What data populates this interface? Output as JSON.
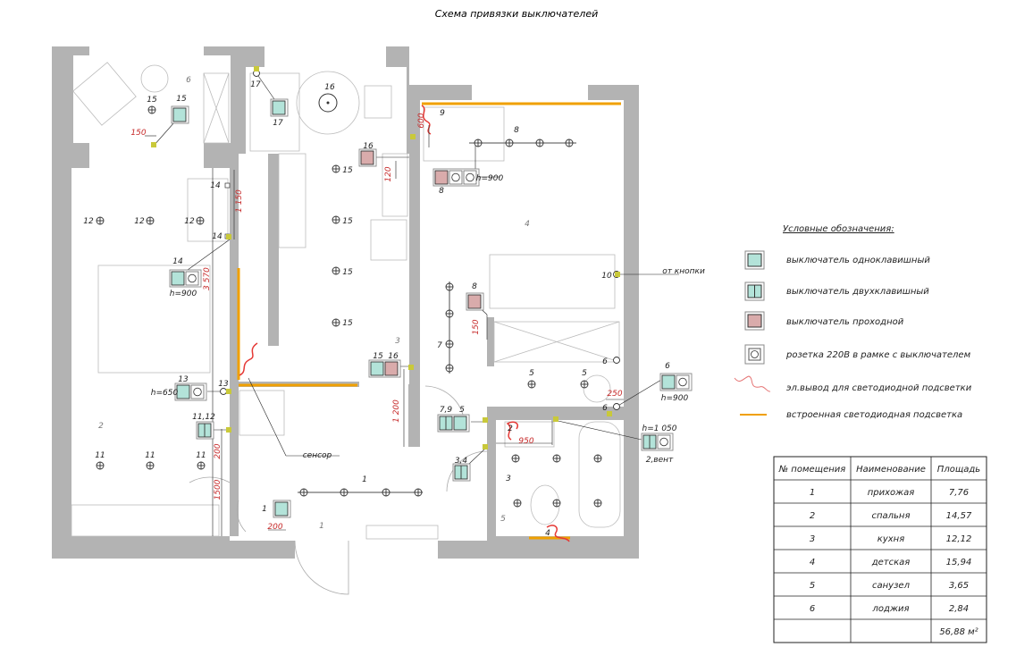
{
  "title": "Схема привязки выключателей",
  "colors": {
    "wall": "#b3b3b3",
    "switch": "#b3e3d9",
    "pass": "#d9abab",
    "led": "#f0a000",
    "wire": "#e53935",
    "dim": "#c62828"
  },
  "plan": {
    "labels": [
      "15",
      "15",
      "150",
      "6",
      "17",
      "17",
      "16",
      "16",
      "15",
      "120",
      "600",
      "9",
      "8",
      "8",
      "h=900",
      "4",
      "14",
      "14",
      "1 150",
      "12",
      "12",
      "12",
      "14",
      "h=900",
      "3 570",
      "15",
      "15",
      "15",
      "3",
      "10",
      "от кнопки",
      "8",
      "7",
      "150",
      "6",
      "5",
      "5",
      "250",
      "6",
      "h=900",
      "6",
      "15",
      "16",
      "1 200",
      "13",
      "h=650",
      "13",
      "11,12",
      "200",
      "2",
      "7,9",
      "5",
      "2",
      "950",
      "h=1 050",
      "2,вент",
      "3,4",
      "3",
      "11",
      "11",
      "11",
      "сенсор",
      "1",
      "1500",
      "1",
      "200",
      "1",
      "5",
      "4"
    ]
  },
  "legend": {
    "title": "Условные обозначения:",
    "items": [
      {
        "icon": "single-switch-icon",
        "label": "выключатель одноклавишный"
      },
      {
        "icon": "double-switch-icon",
        "label": "выключатель двухклавишный"
      },
      {
        "icon": "pass-switch-icon",
        "label": "выключатель проходной"
      },
      {
        "icon": "socket-icon",
        "label": "розетка 220В в рамке с выключателем"
      },
      {
        "icon": "led-wire-icon",
        "label": "эл.вывод для светодиодной подсветки"
      },
      {
        "icon": "led-strip-icon",
        "label": "встроенная светодиодная подсветка"
      }
    ]
  },
  "table": {
    "headers": [
      "№ помещения",
      "Наименование",
      "Площадь"
    ],
    "rows": [
      [
        "1",
        "прихожая",
        "7,76"
      ],
      [
        "2",
        "спальня",
        "14,57"
      ],
      [
        "3",
        "кухня",
        "12,12"
      ],
      [
        "4",
        "детская",
        "15,94"
      ],
      [
        "5",
        "санузел",
        "3,65"
      ],
      [
        "6",
        "лоджия",
        "2,84"
      ],
      [
        "",
        "",
        "56,88 м²"
      ]
    ]
  }
}
